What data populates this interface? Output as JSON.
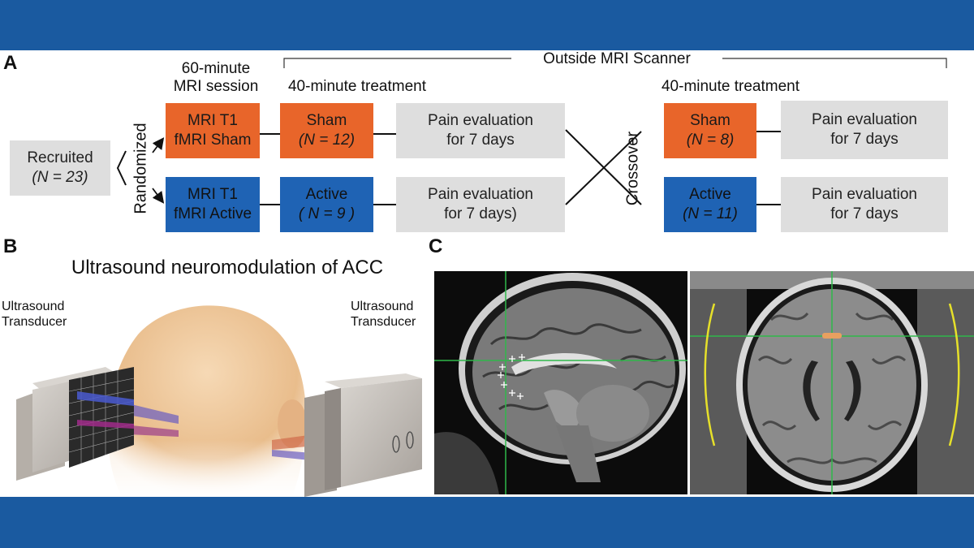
{
  "panel_a": {
    "letter": "A",
    "header_session": [
      "60-minute",
      "MRI session"
    ],
    "header_treatment_1": "40-minute treatment",
    "header_treatment_2": "40-minute treatment",
    "outside_scanner": "Outside MRI Scanner",
    "recruited": {
      "line1": "Recruited",
      "line2": "(N = 23)"
    },
    "randomized": "Randomized",
    "crossover": "Crossover",
    "mri_sham": {
      "line1": "MRI T1",
      "line2": "fMRI Sham"
    },
    "mri_active": {
      "line1": "MRI T1",
      "line2": "fMRI Active"
    },
    "sham_1": {
      "line1": "Sham",
      "line2": "(N = 12)"
    },
    "active_1": {
      "line1": "Active",
      "line2": "( N = 9 )"
    },
    "pain_1a": {
      "line1": "Pain evaluation",
      "line2": "for 7 days"
    },
    "pain_1b": {
      "line1": "Pain evaluation",
      "line2": "for 7 days)"
    },
    "sham_2": {
      "line1": "Sham",
      "line2": "(N = 8)"
    },
    "active_2": {
      "line1": "Active",
      "line2": "(N = 11)"
    },
    "pain_2a": {
      "line1": "Pain evaluation",
      "line2": "for 7 days"
    },
    "pain_2b": {
      "line1": "Pain evaluation",
      "line2": "for 7 days"
    }
  },
  "panel_b": {
    "letter": "B",
    "title": "Ultrasound neuromodulation of ACC",
    "left_transducer": [
      "Ultrasound",
      "Transducer"
    ],
    "right_transducer": [
      "Ultrasound",
      "Transducer"
    ]
  },
  "panel_c": {
    "letter": "C"
  },
  "colors": {
    "band": "#1a5aa0",
    "sham": "#e8652a",
    "active": "#1f63b4",
    "evaluation": "#dedede",
    "crosshair": "#2fb84a",
    "target": "#e8a060",
    "skull_marker": "#e6e02a"
  }
}
